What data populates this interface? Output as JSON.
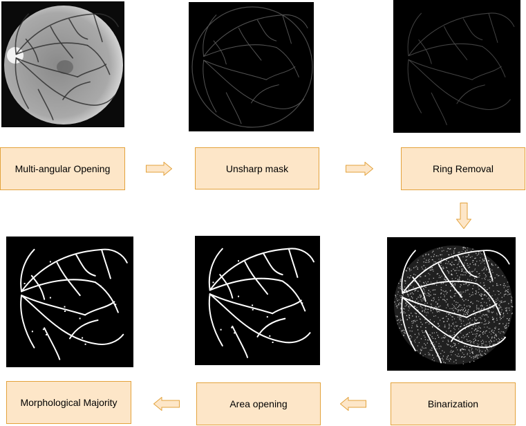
{
  "steps": [
    {
      "id": "multi-angular-opening",
      "label": "Multi-angular Opening"
    },
    {
      "id": "unsharp-mask",
      "label": "Unsharp mask"
    },
    {
      "id": "ring-removal",
      "label": "Ring Removal"
    },
    {
      "id": "binarization",
      "label": "Binarization"
    },
    {
      "id": "area-opening",
      "label": "Area opening"
    },
    {
      "id": "morphological-majority",
      "label": "Morphological Majority"
    }
  ],
  "colors": {
    "box_fill": "#fde6c8",
    "box_border": "#e3a23b",
    "arrow_fill": "#fde6c8",
    "arrow_stroke": "#e3a23b",
    "panel_background": "#000000"
  },
  "images": [
    {
      "name": "original-fundus-image",
      "description": "grayscale retinal fundus photograph"
    },
    {
      "name": "unsharp-mask-result-image",
      "description": "dark image with faint vessel outlines"
    },
    {
      "name": "ring-removal-result-image",
      "description": "dark image with faint vessels, ring removed"
    },
    {
      "name": "binarization-result-image",
      "description": "white noisy vessel map on black"
    },
    {
      "name": "area-opening-result-image",
      "description": "cleaned white vessel tree on black"
    },
    {
      "name": "morphological-majority-result-image",
      "description": "final white vessel tree on black"
    }
  ]
}
